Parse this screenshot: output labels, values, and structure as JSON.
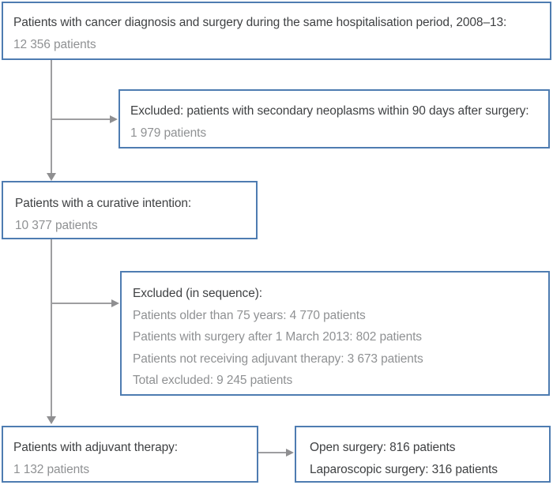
{
  "colors": {
    "box_border": "#4e7cb1",
    "text_primary": "#3f4143",
    "text_secondary": "#8f9193",
    "connector": "#9e9ea0",
    "background": "#ffffff"
  },
  "boxes": {
    "initial_cohort": {
      "title": "Patients with cancer diagnosis and surgery during the same hospitalisation period, 2008–13:",
      "count": "12 356 patients"
    },
    "excluded_neoplasms": {
      "title": "Excluded: patients with secondary neoplasms within 90 days after surgery:",
      "count": "1 979 patients"
    },
    "curative_intention": {
      "title": "Patients with a curative intention:",
      "count": "10 377 patients"
    },
    "excluded_sequence": {
      "title": "Excluded (in sequence):",
      "items": [
        "Patients older than 75 years: 4 770 patients",
        "Patients with surgery after 1 March 2013: 802 patients",
        "Patients not receiving adjuvant therapy: 3 673 patients",
        "Total excluded: 9 245 patients"
      ]
    },
    "adjuvant_therapy": {
      "title": "Patients with adjuvant therapy:",
      "count": "1 132 patients"
    },
    "surgery_types": {
      "open": "Open surgery: 816 patients",
      "laparoscopic": "Laparoscopic surgery: 316 patients"
    }
  }
}
